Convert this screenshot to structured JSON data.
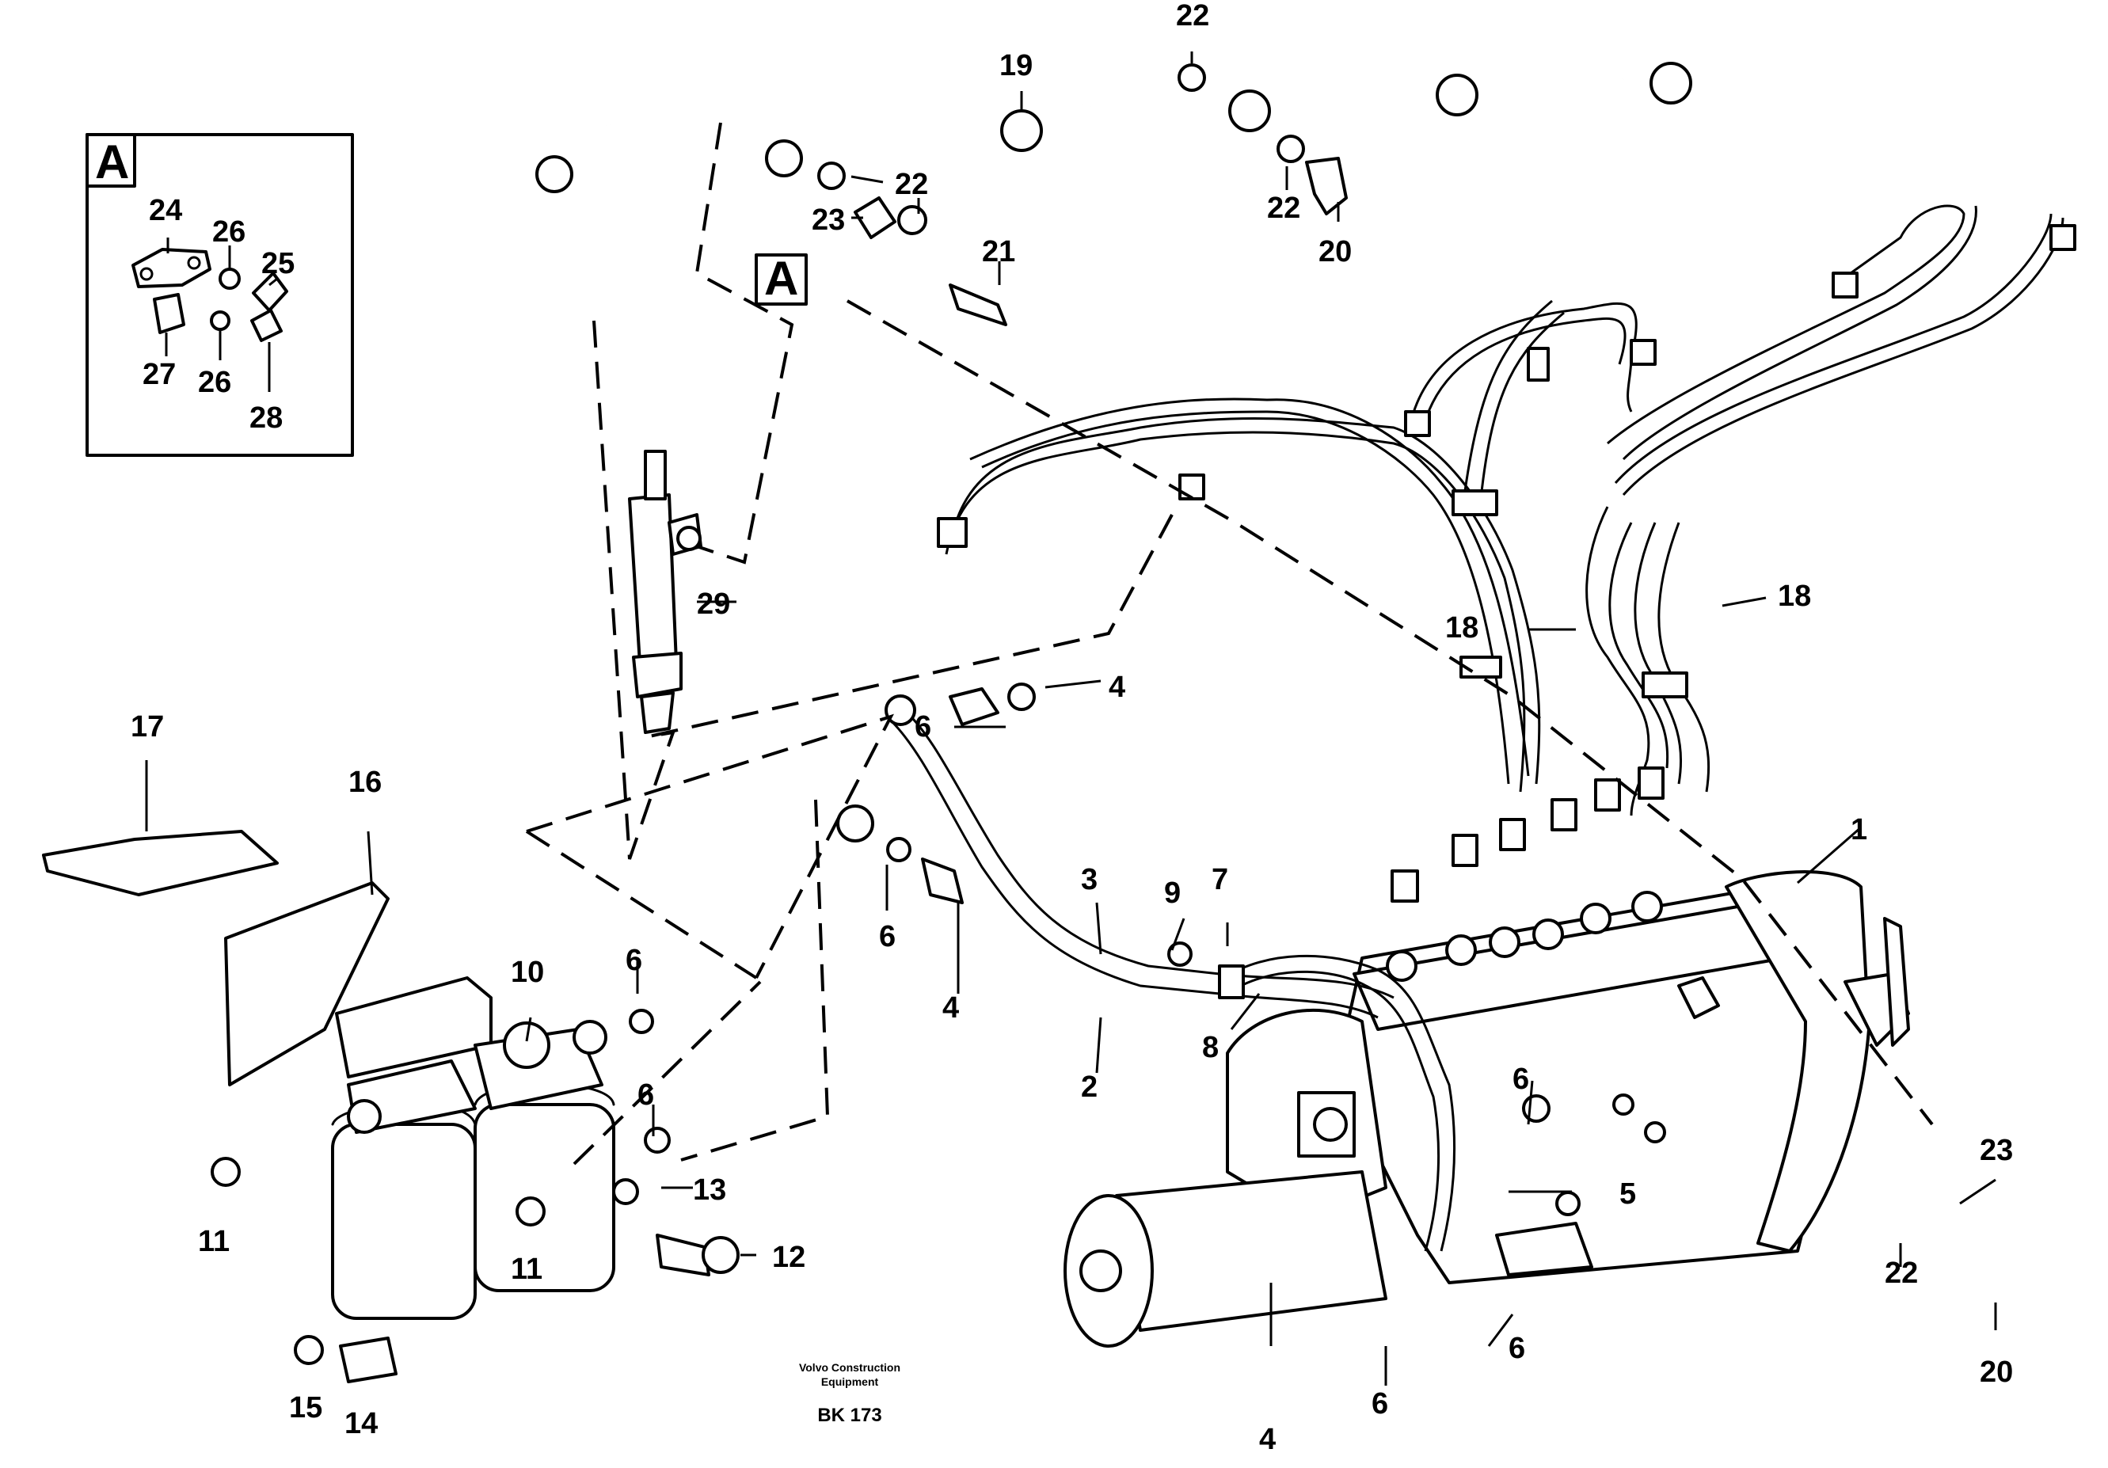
{
  "inset": {
    "label": "A"
  },
  "detail_ref": {
    "label": "A"
  },
  "callouts": {
    "c1": "1",
    "c2": "2",
    "c3": "3",
    "c4a": "4",
    "c4b": "4",
    "c4c": "4",
    "c5": "5",
    "c6a": "6",
    "c6b": "6",
    "c6c": "6",
    "c6d": "6",
    "c6e": "6",
    "c6f": "6",
    "c6g": "6",
    "c7": "7",
    "c8": "8",
    "c9": "9",
    "c10": "10",
    "c11a": "11",
    "c11b": "11",
    "c12": "12",
    "c13": "13",
    "c14": "14",
    "c15": "15",
    "c16": "16",
    "c17": "17",
    "c18a": "18",
    "c18b": "18",
    "c19": "19",
    "c20a": "20",
    "c20b": "20",
    "c21": "21",
    "c22a": "22",
    "c22b": "22",
    "c22c": "22",
    "c22d": "22",
    "c23a": "23",
    "c23b": "23",
    "c24": "24",
    "c25": "25",
    "c26a": "26",
    "c26b": "26",
    "c27": "27",
    "c28": "28",
    "c29": "29"
  },
  "footer": {
    "company_line1": "Volvo Construction",
    "company_line2": "Equipment",
    "code": "BK 173"
  }
}
